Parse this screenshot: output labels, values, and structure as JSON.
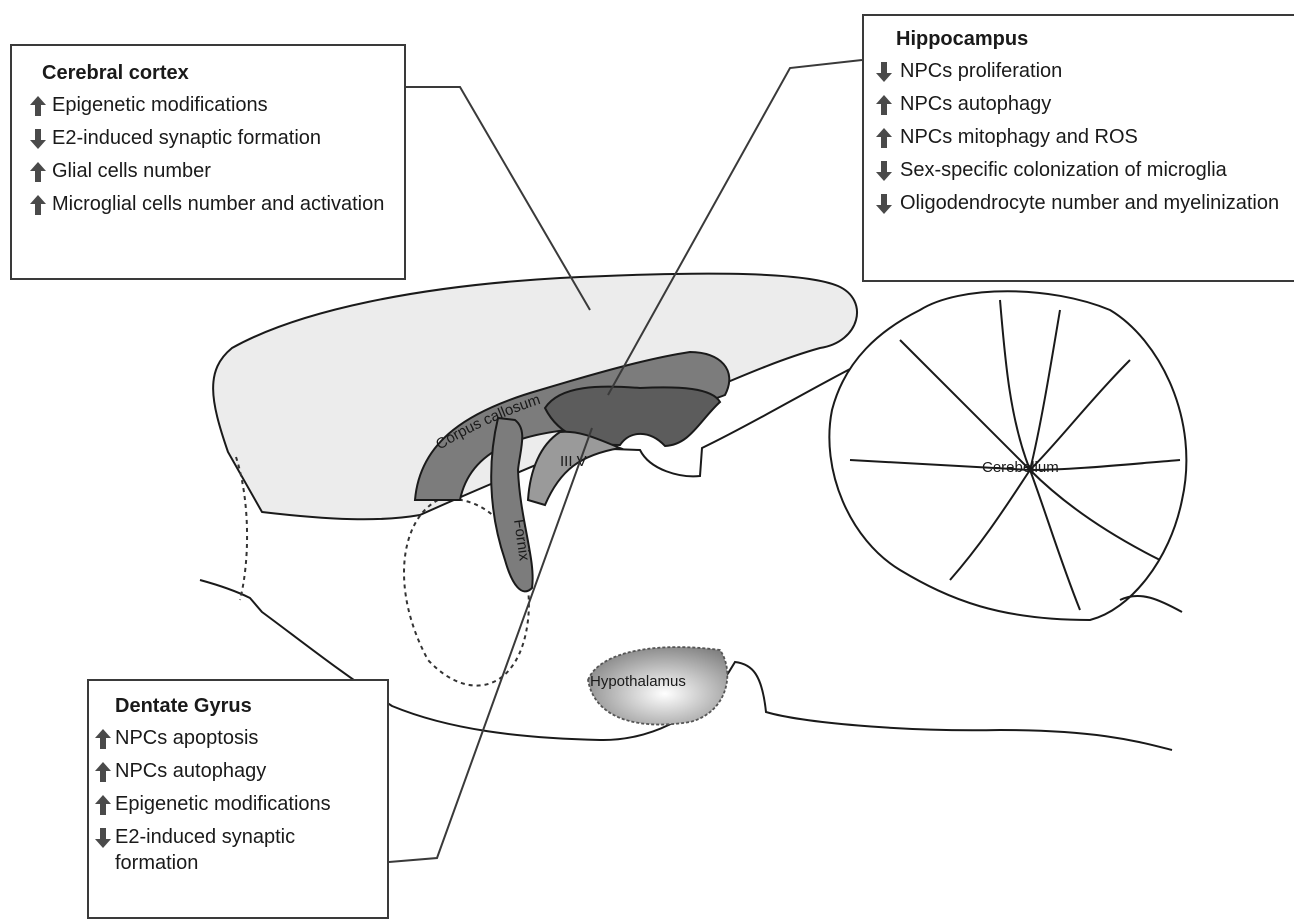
{
  "colors": {
    "outline": "#1a1a1a",
    "cortex_fill": "#ececec",
    "dark_region": "#5c5c5c",
    "mid_region": "#7c7c7c",
    "arrow": "#4a4a4a"
  },
  "regions": {
    "corpus_callosum": "Corpus callosum",
    "third_ventricle": "III V",
    "fornix": "Fornix",
    "cerebellum": "Cerebellum",
    "hypothalamus": "Hypothalamus"
  },
  "boxes": {
    "cortex": {
      "title": "Cerebral cortex",
      "items": [
        {
          "dir": "up",
          "icon": "up-arrow-icon",
          "text": "Epigenetic modifications"
        },
        {
          "dir": "down",
          "icon": "down-arrow-icon",
          "text": "E2-induced synaptic formation"
        },
        {
          "dir": "up",
          "icon": "up-arrow-icon",
          "text": "Glial cells number"
        },
        {
          "dir": "up",
          "icon": "up-arrow-icon",
          "text": "Microglial cells number and activation"
        }
      ]
    },
    "hippocampus": {
      "title": "Hippocampus",
      "items": [
        {
          "dir": "down",
          "icon": "down-arrow-icon",
          "text": "NPCs proliferation"
        },
        {
          "dir": "up",
          "icon": "up-arrow-icon",
          "text": "NPCs autophagy"
        },
        {
          "dir": "up",
          "icon": "up-arrow-icon",
          "text": "NPCs mitophagy and ROS"
        },
        {
          "dir": "down",
          "icon": "down-arrow-icon",
          "text": "Sex-specific colonization of microglia"
        },
        {
          "dir": "down",
          "icon": "down-arrow-icon",
          "text": "Oligodendrocyte number and myelinization"
        }
      ]
    },
    "dentate_gyrus": {
      "title": "Dentate Gyrus",
      "items": [
        {
          "dir": "up",
          "icon": "up-arrow-icon",
          "text": "NPCs apoptosis"
        },
        {
          "dir": "up",
          "icon": "up-arrow-icon",
          "text": "NPCs autophagy"
        },
        {
          "dir": "up",
          "icon": "up-arrow-icon",
          "text": "Epigenetic modifications"
        },
        {
          "dir": "down",
          "icon": "down-arrow-icon",
          "text": "E2-induced synaptic formation"
        }
      ]
    }
  }
}
